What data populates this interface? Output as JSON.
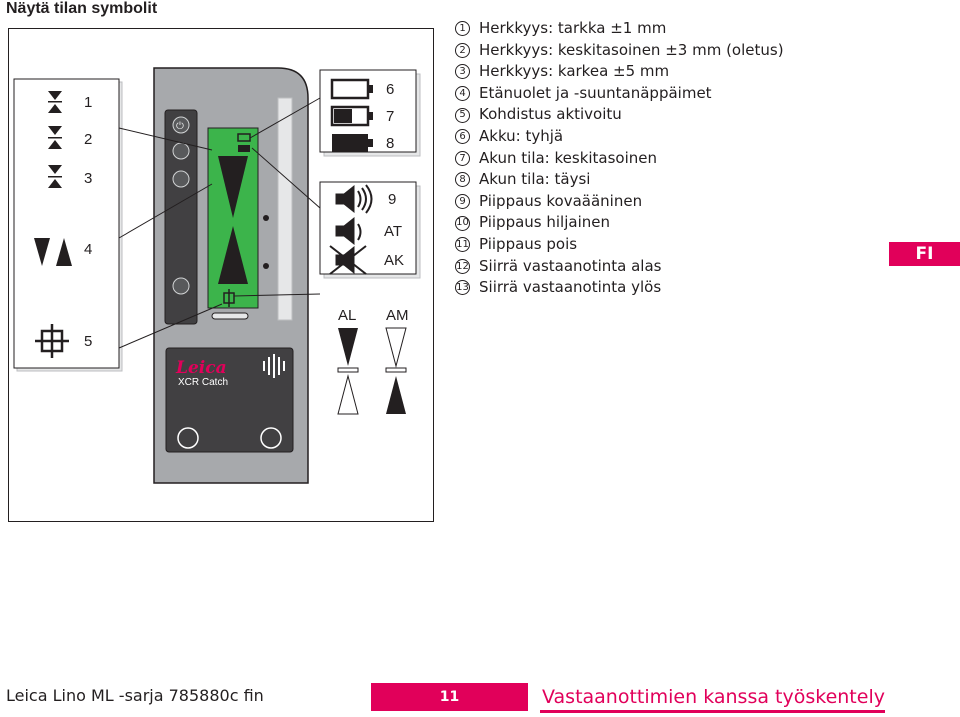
{
  "page": {
    "section_title": "Näytä tilan symbolit",
    "language_tab": "FI",
    "footer_doc": "Leica Lino ML -sarja 785880c fin",
    "page_number": "11",
    "footer_title": "Vastaanottimien kanssa työskentely",
    "accent_color": "#e1005a",
    "display_color": "#3cb44b"
  },
  "figure": {
    "left_labels": [
      "1",
      "2",
      "3",
      "4",
      "5"
    ],
    "right_labels": [
      "6",
      "7",
      "8",
      "9",
      "AT",
      "AK"
    ],
    "arrow_labels": [
      "AL",
      "AM"
    ],
    "brand": "Leica",
    "model": "XCR Catch"
  },
  "legend": [
    {
      "num": "1",
      "text": "Herkkyys: tarkka ±1 mm"
    },
    {
      "num": "2",
      "text": "Herkkyys: keskitasoinen ±3 mm (oletus)"
    },
    {
      "num": "3",
      "text": "Herkkyys: karkea ±5 mm"
    },
    {
      "num": "4",
      "text": "Etänuolet ja -suuntanäppäimet"
    },
    {
      "num": "5",
      "text": "Kohdistus aktivoitu"
    },
    {
      "num": "6",
      "text": "Akku: tyhjä"
    },
    {
      "num": "7",
      "text": "Akun tila: keskitasoinen"
    },
    {
      "num": "8",
      "text": "Akun tila: täysi"
    },
    {
      "num": "9",
      "text": "Piippaus kovaääninen"
    },
    {
      "num": "10",
      "text": "Piippaus hiljainen"
    },
    {
      "num": "11",
      "text": "Piippaus pois"
    },
    {
      "num": "12",
      "text": "Siirrä vastaanotinta alas"
    },
    {
      "num": "13",
      "text": "Siirrä vastaanotinta ylös"
    }
  ]
}
